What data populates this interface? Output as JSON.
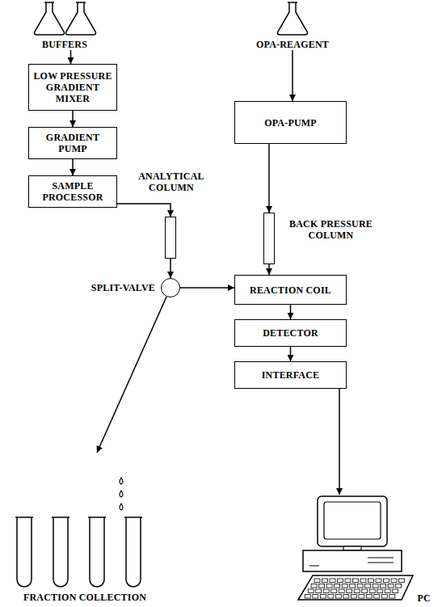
{
  "diagram": {
    "nodes": [
      {
        "text": [
          "BUFFERS"
        ]
      },
      {
        "text": [
          "OPA-REAGENT"
        ]
      },
      {
        "text": [
          "LOW PRESSURE GRADIENT MIXER"
        ]
      },
      {
        "text": [
          "OPA-PUMP"
        ]
      },
      {
        "text": [
          "GRADIENT PUMP"
        ]
      },
      {
        "text": [
          "SAMPLE PROCESSOR"
        ]
      },
      {
        "text": [
          "ANALYTICAL COLUMN"
        ]
      },
      {
        "text": [
          "BACK PRESSURE COLUMN"
        ]
      },
      {
        "text": [
          "SPLIT-VALVE"
        ]
      },
      {
        "text": [
          "REACTION COIL"
        ]
      },
      {
        "text": [
          "DETECTOR"
        ]
      },
      {
        "text": [
          "INTERFACE"
        ]
      },
      {
        "text": [
          "FRACTION COLLECTION"
        ]
      },
      {
        "text": [
          "PC"
        ]
      }
    ],
    "edges": [
      {
        "from": 0,
        "to": 2,
        "arrow": "to"
      },
      {
        "from": 1,
        "to": 3,
        "arrow": "to"
      },
      {
        "from": 2,
        "to": 4,
        "arrow": "to"
      },
      {
        "from": 4,
        "to": 5,
        "arrow": "to"
      },
      {
        "from": 5,
        "to": 6,
        "arrow": "to"
      },
      {
        "from": 3,
        "to": 7,
        "arrow": "to"
      },
      {
        "from": 6,
        "to": 8,
        "arrow": "to"
      },
      {
        "from": 7,
        "to": 9,
        "arrow": "to"
      },
      {
        "from": 8,
        "to": 9,
        "arrow": "to"
      },
      {
        "from": 8,
        "to": 12,
        "arrow": "to"
      },
      {
        "from": 9,
        "to": 10,
        "arrow": "to"
      },
      {
        "from": 10,
        "to": 11,
        "arrow": "to"
      },
      {
        "from": 11,
        "to": 13,
        "arrow": "to"
      }
    ]
  }
}
